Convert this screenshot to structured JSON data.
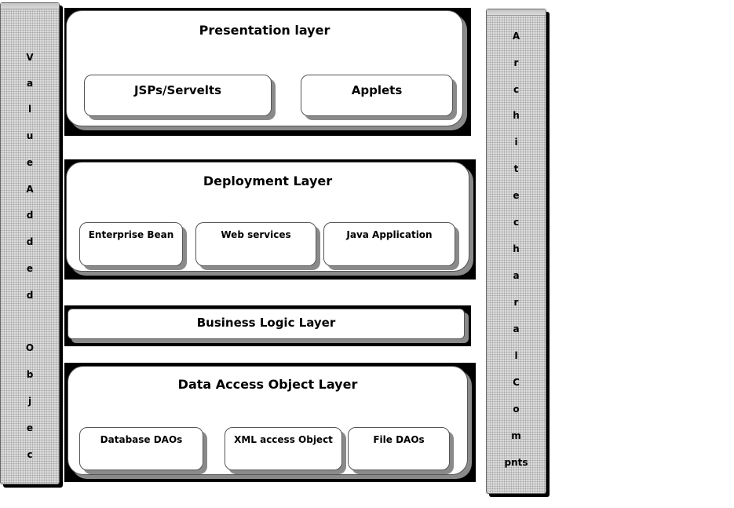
{
  "left_pillar": {
    "letters": [
      "V",
      "a",
      "l",
      "u",
      "e",
      "A",
      "d",
      "d",
      "e",
      "d",
      "",
      "O",
      "b",
      "j",
      "e",
      "c"
    ]
  },
  "right_pillar": {
    "letters": [
      "A",
      "r",
      "c",
      "h",
      "i",
      "t",
      "e",
      "c",
      "h",
      "a",
      "r",
      "a",
      "l",
      "C",
      "o",
      "m",
      "pnts"
    ]
  },
  "presentation": {
    "title": "Presentation layer",
    "items": [
      "JSPs/Servelts",
      "Applets"
    ]
  },
  "deployment": {
    "title": "Deployment Layer",
    "items": [
      "Enterprise Bean",
      "Web services",
      "Java Application"
    ]
  },
  "business": {
    "title": "Business Logic Layer"
  },
  "dao": {
    "title": "Data Access Object Layer",
    "items": [
      "Database DAOs",
      "XML access Object",
      "File DAOs"
    ]
  }
}
